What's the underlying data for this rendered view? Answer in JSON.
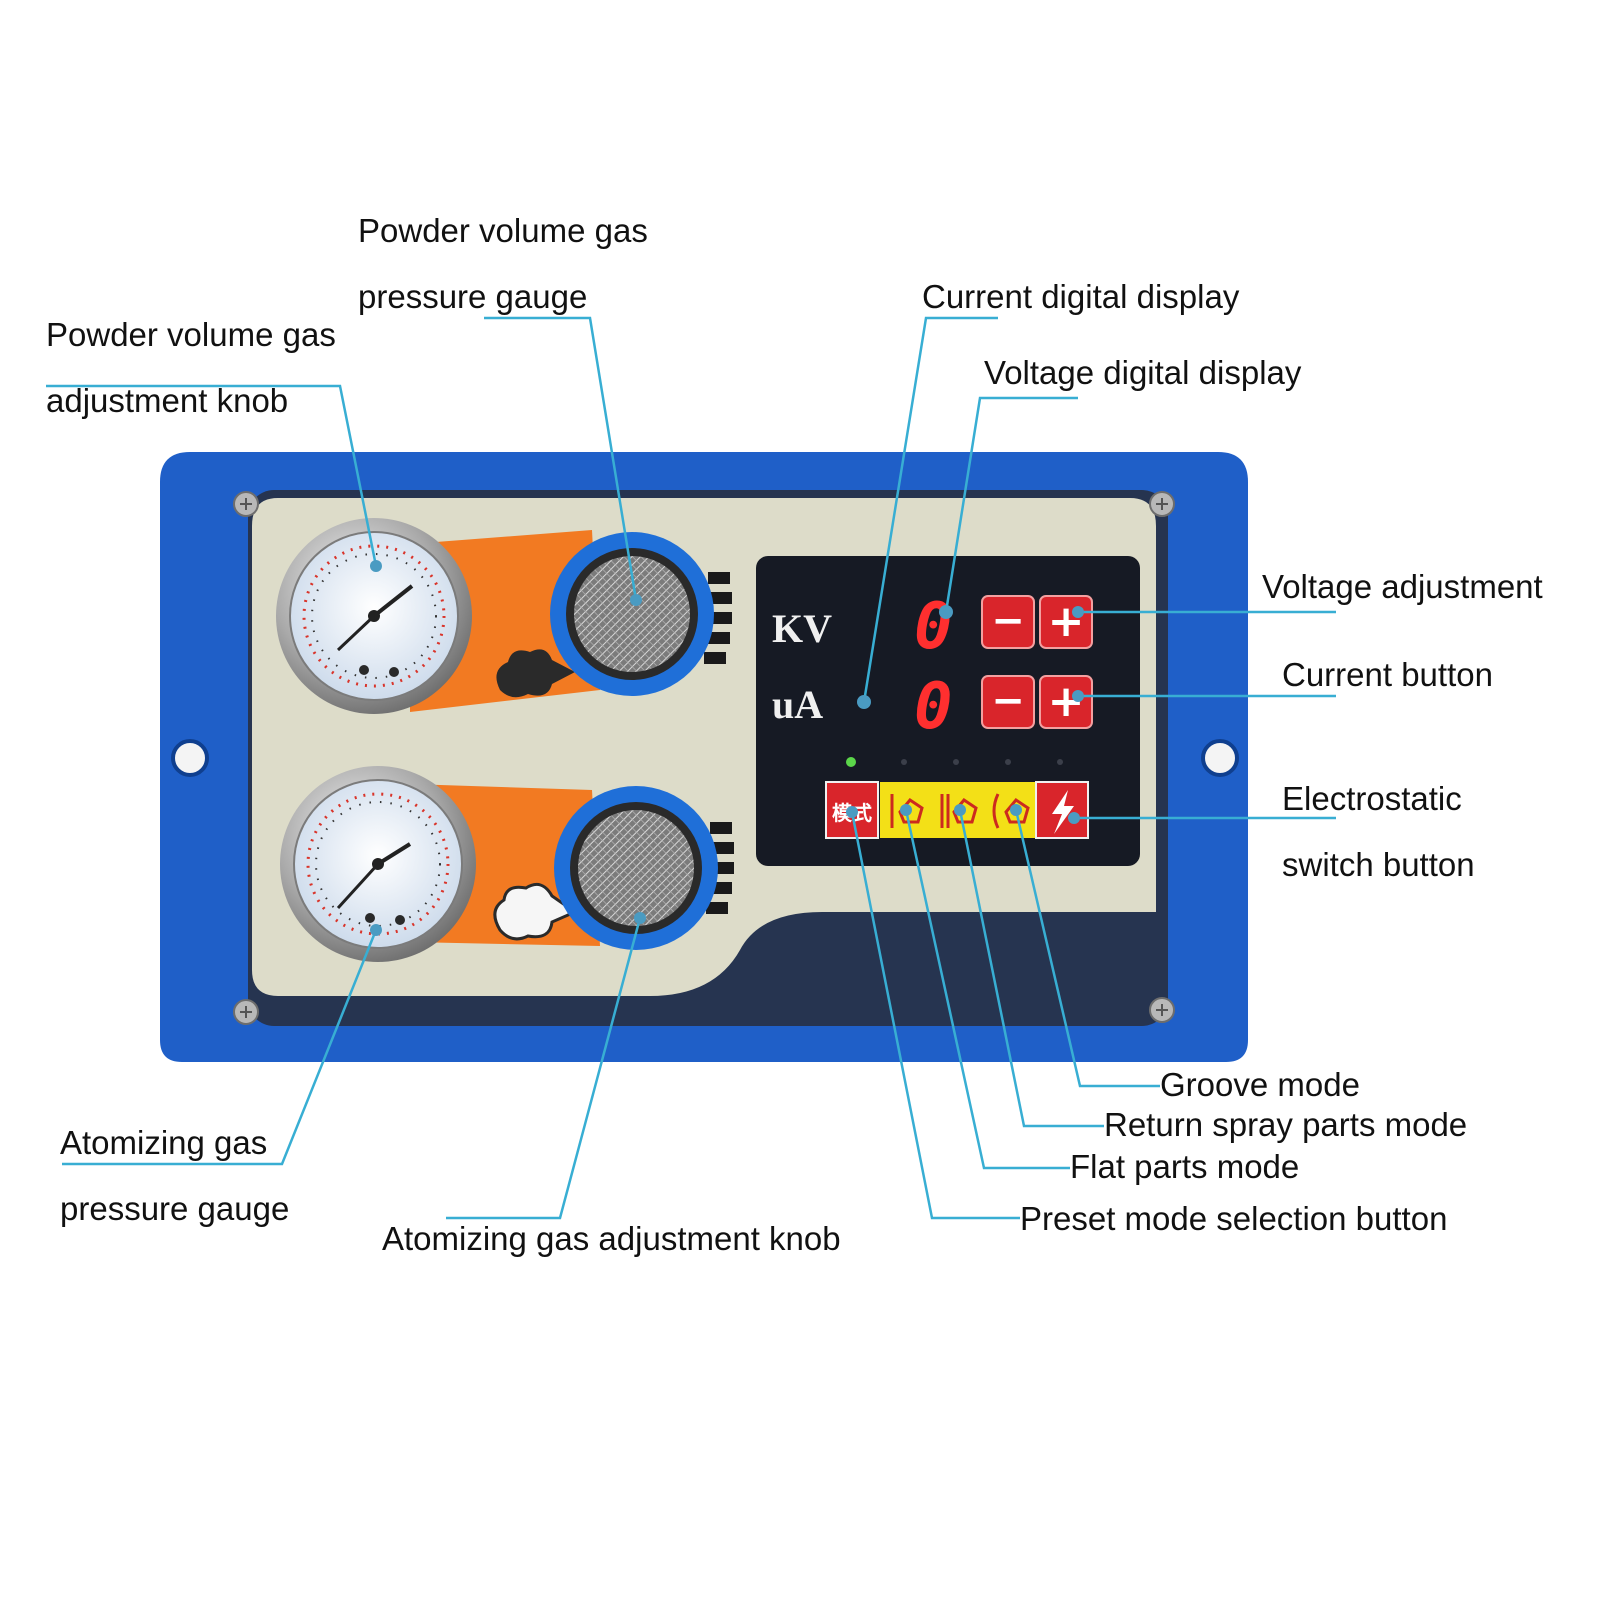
{
  "colors": {
    "frame_blue": "#1f5fc8",
    "panel_cream": "#dddcc9",
    "panel_navy": "#263450",
    "accent_orange": "#f27a22",
    "display_black": "#161a24",
    "led_red": "#ff2f2f",
    "button_red": "#d9252b",
    "mode_yellow": "#f3e017",
    "leader_cyan": "#38aed3"
  },
  "panel": {
    "kv_label": "KV",
    "ua_label": "uA",
    "kv_value": "0",
    "ua_value": "0",
    "minus_glyph": "−",
    "plus_glyph": "+",
    "preset_button_text": "模式",
    "icons": [
      "powder-cloud-icon",
      "atomize-cloud-icon",
      "flat-parts-icon",
      "return-spray-icon",
      "groove-icon",
      "lightning-icon"
    ]
  },
  "labels": {
    "powder_gauge_1": "Powder volume gas",
    "powder_gauge_2": "pressure gauge",
    "powder_knob_1": "Powder volume gas",
    "powder_knob_2": "adjustment knob",
    "current_display": "Current digital display",
    "voltage_display": "Voltage digital display",
    "voltage_adjust": "Voltage adjustment",
    "current_button": "Current button",
    "electro_1": "Electrostatic",
    "electro_2": "switch button",
    "groove": "Groove mode",
    "return_spray": "Return spray parts mode",
    "flat_parts": "Flat parts mode",
    "preset": "Preset mode selection button",
    "atom_gauge_1": "Atomizing gas",
    "atom_gauge_2": "pressure gauge",
    "atom_knob": "Atomizing gas adjustment knob"
  }
}
